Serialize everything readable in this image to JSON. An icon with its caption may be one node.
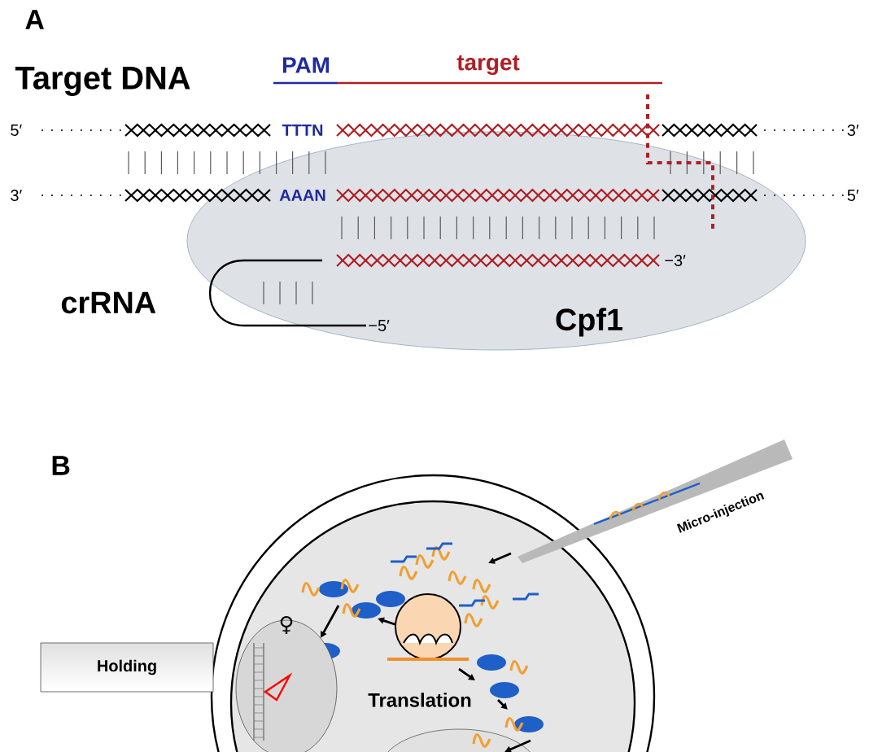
{
  "diagram": {
    "nodes": [
      {
        "text": [
          "Cpf1"
        ]
      },
      {
        "text": [
          "Holding"
        ]
      },
      {
        "text": [],
        "shape": "picture",
        "beside": [
          "Translation"
        ]
      },
      {
        "text": [
          "♀"
        ]
      }
    ],
    "labels": [
      "A",
      "Target DNA",
      "PAM",
      "target",
      "5′",
      "TTTN",
      "3′",
      "3′",
      "AAAN",
      "5′",
      "−3′",
      "crRNA",
      "−5′",
      "B",
      "Micro-injection"
    ]
  }
}
